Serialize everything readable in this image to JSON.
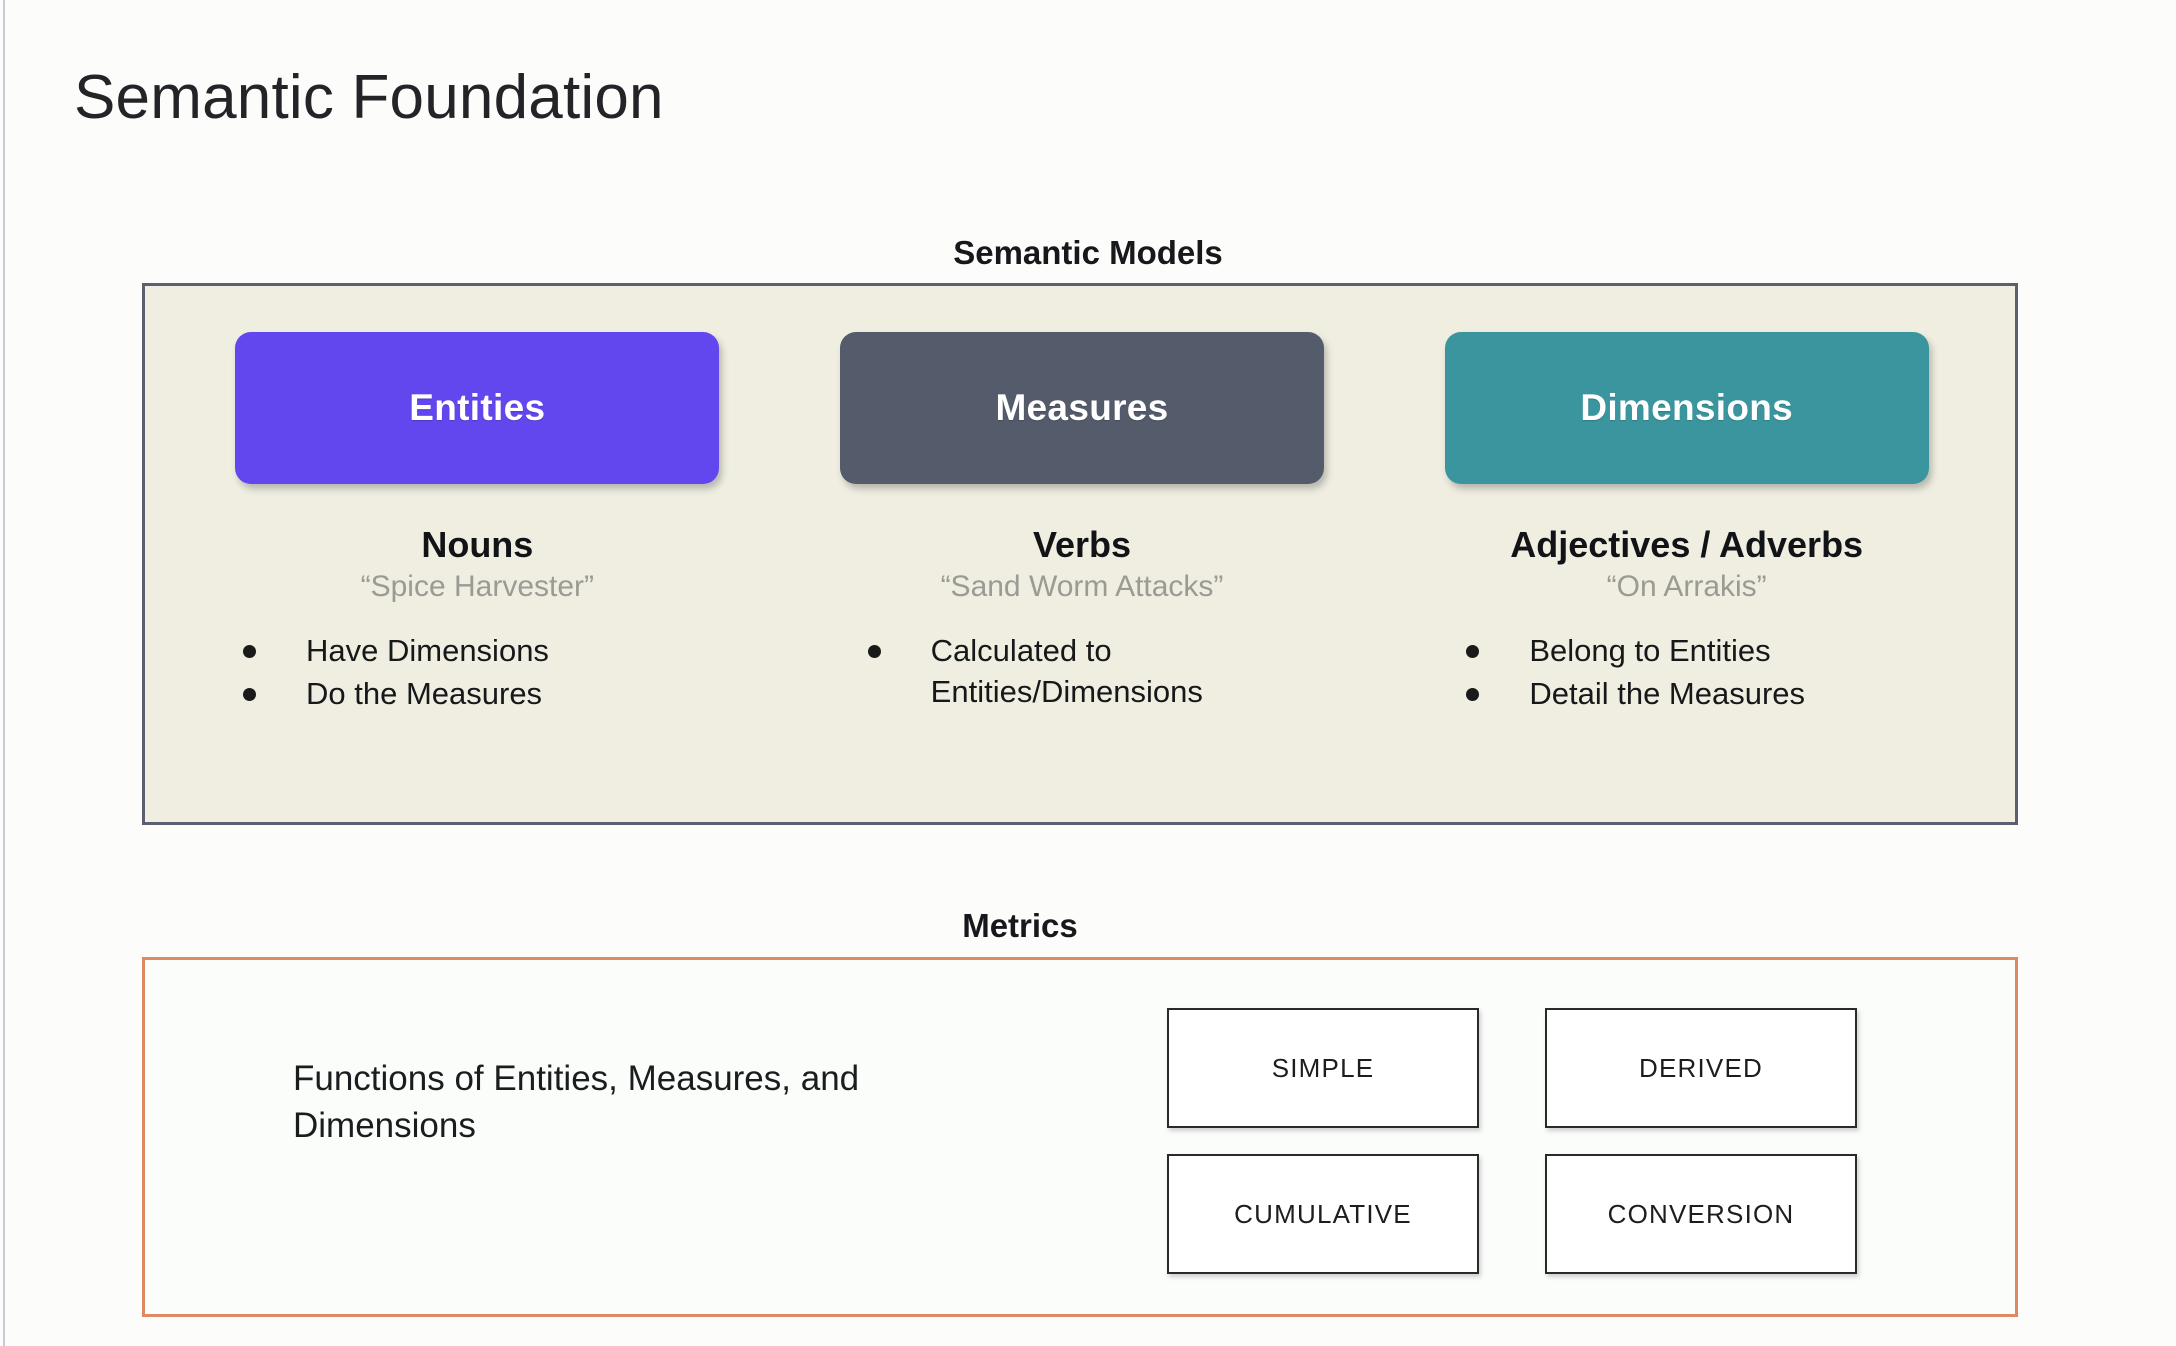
{
  "page": {
    "title": "Semantic Foundation",
    "background_color": "#fcfcfa"
  },
  "semantic_models": {
    "heading": "Semantic Models",
    "panel_bg_color": "#efeee1",
    "panel_border_color": "#5a6070",
    "columns": [
      {
        "card_label": "Entities",
        "card_color": "#6347ee",
        "part_of_speech": "Nouns",
        "example": "“Spice Harvester”",
        "bullets": [
          "Have Dimensions",
          "Do the Measures"
        ]
      },
      {
        "card_label": "Measures",
        "card_color": "#545b6b",
        "part_of_speech": "Verbs",
        "example": "“Sand Worm Attacks”",
        "bullets": [
          "Calculated to Entities/Dimensions"
        ]
      },
      {
        "card_label": "Dimensions",
        "card_color": "#3a959f",
        "part_of_speech": "Adjectives / Adverbs",
        "example": "“On Arrakis”",
        "bullets": [
          "Belong to Entities",
          "Detail the Measures"
        ]
      }
    ]
  },
  "metrics": {
    "heading": "Metrics",
    "panel_border_color": "#e08763",
    "description": "Functions of Entities, Measures, and Dimensions",
    "types": [
      "SIMPLE",
      "DERIVED",
      "CUMULATIVE",
      "CONVERSION"
    ]
  }
}
